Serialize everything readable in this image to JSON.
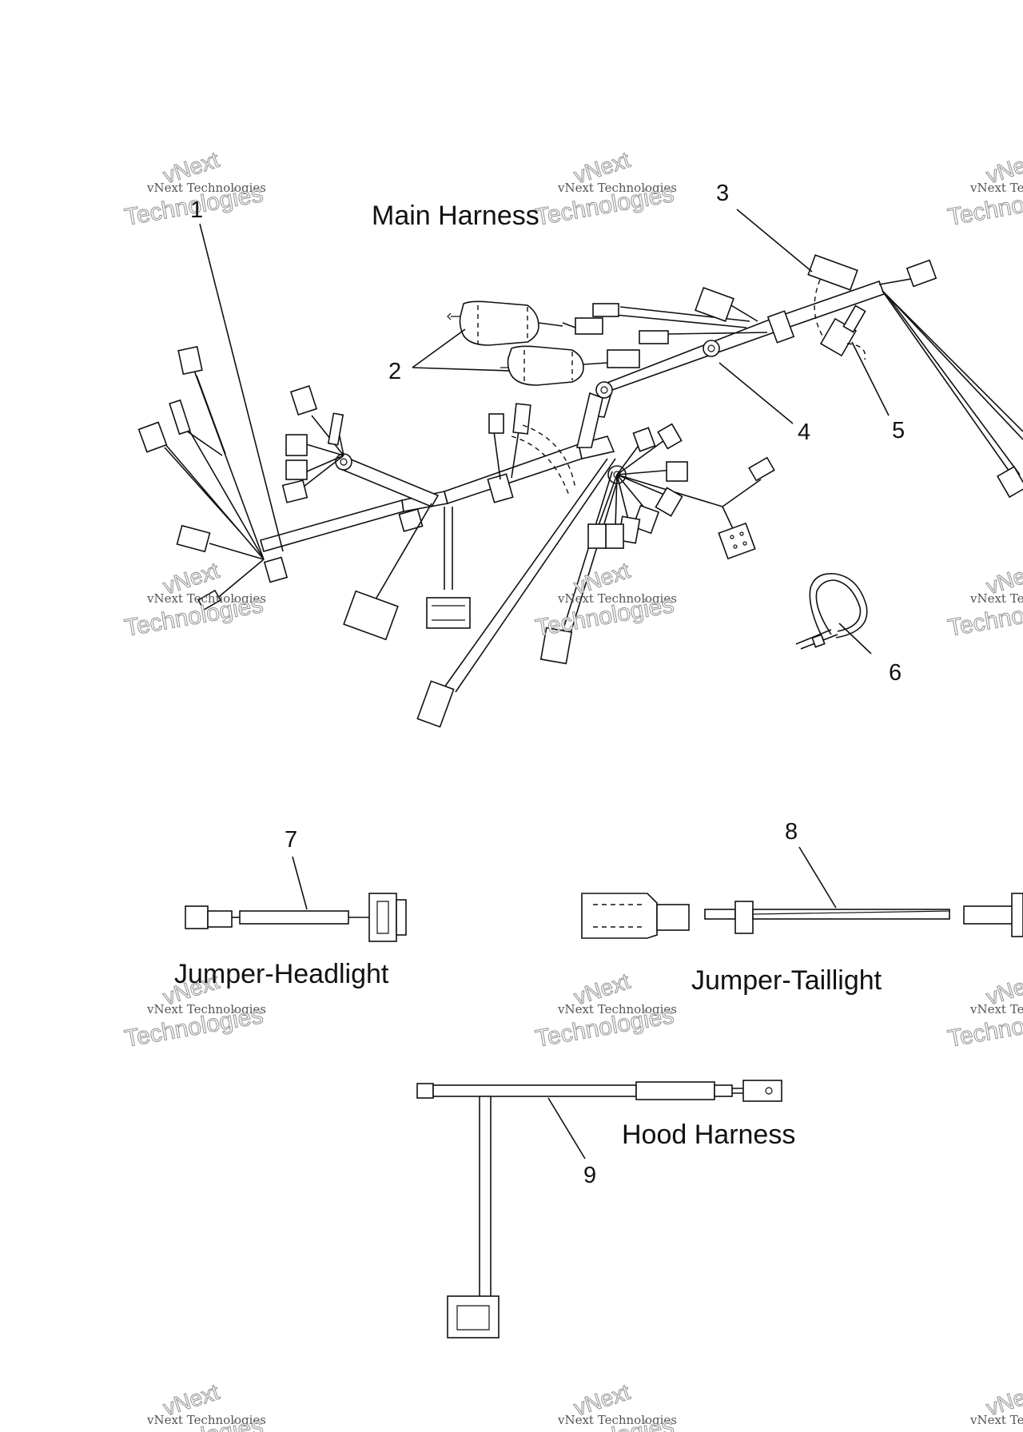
{
  "diagram": {
    "sections": {
      "main_harness": "Main Harness",
      "jumper_headlight": "Jumper-Headlight",
      "jumper_taillight": "Jumper-Taillight",
      "hood_harness": "Hood Harness"
    },
    "callouts": [
      "1",
      "2",
      "3",
      "4",
      "5",
      "6",
      "7",
      "8",
      "9"
    ],
    "watermark": {
      "line_small": "vNext Technologies",
      "line_arc": "vNext",
      "line_large": "Technologies"
    }
  }
}
